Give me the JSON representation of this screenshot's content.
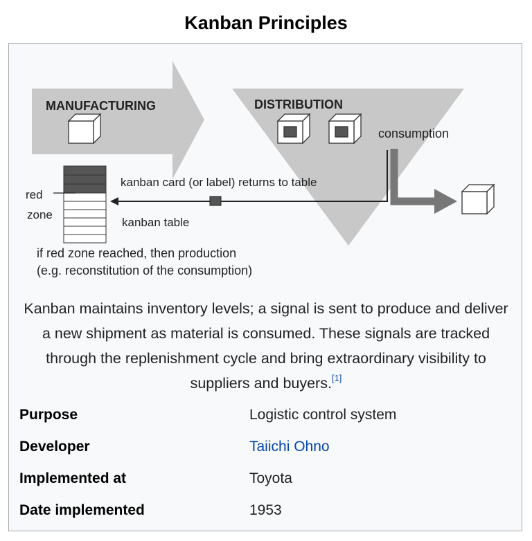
{
  "title": "Kanban Principles",
  "diagram": {
    "manufacturing": "MANUFACTURING",
    "distribution": "DISTRIBUTION",
    "consumption": "consumption",
    "kanban_card": "kanban card (or label) returns to table",
    "kanban_table": "kanban table",
    "red": "red",
    "zone": "zone",
    "note_line1": "if red zone reached, then production",
    "note_line2": "(e.g. reconstitution of the consumption)"
  },
  "caption": {
    "text": "Kanban maintains inventory levels; a signal is sent to produce and deliver a new shipment as material is consumed. These signals are tracked through the replenishment cycle and bring extraordinary visibility to suppliers and buyers.",
    "ref": "[1]"
  },
  "infobox": [
    {
      "label": "Purpose",
      "value": "Logistic control system",
      "link": false
    },
    {
      "label": "Developer",
      "value": "Taiichi Ohno",
      "link": true
    },
    {
      "label": "Implemented at",
      "value": "Toyota",
      "link": false
    },
    {
      "label": "Date implemented",
      "value": "1953",
      "link": false
    }
  ]
}
